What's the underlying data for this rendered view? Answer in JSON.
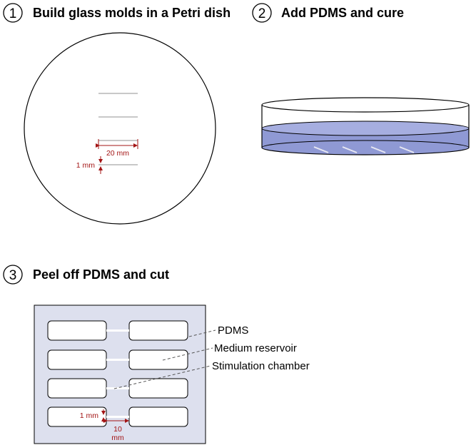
{
  "steps": [
    {
      "number": "1",
      "title": "Build glass molds in a Petri dish"
    },
    {
      "number": "2",
      "title": "Add PDMS and cure"
    },
    {
      "number": "3",
      "title": "Peel off PDMS and cut"
    }
  ],
  "step1": {
    "width_label": "20 mm",
    "gap_label": "1 mm"
  },
  "step3": {
    "labels": [
      "PDMS",
      "Medium reservoir",
      "Stimulation chamber"
    ],
    "gap_label": "1 mm",
    "length_label_line1": "10",
    "length_label_line2": "mm"
  },
  "colors": {
    "pdms_fill": "#dde0ee",
    "liquid_fill": "#8f99d4",
    "dimension": "#a31515",
    "mold_line": "#c8c8c8"
  }
}
